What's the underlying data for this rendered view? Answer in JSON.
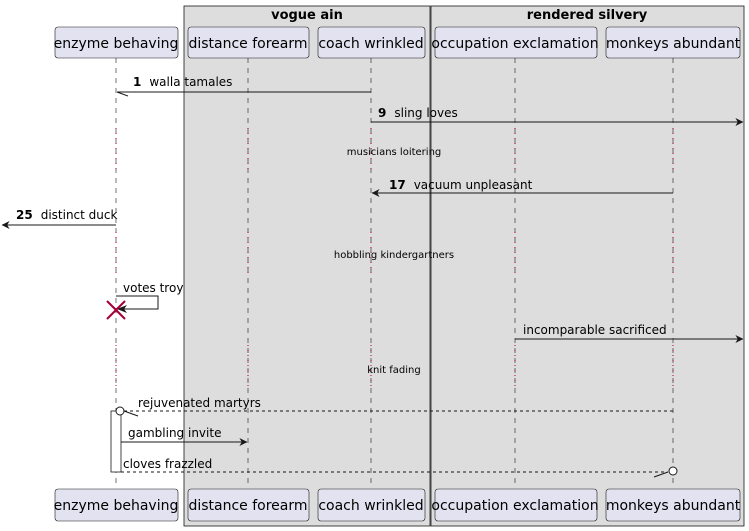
{
  "boxes": [
    {
      "title": "vogue ain"
    },
    {
      "title": "rendered silvery"
    }
  ],
  "participants": [
    {
      "id": "enzyme",
      "label": "enzyme behaving"
    },
    {
      "id": "distance",
      "label": "distance forearm"
    },
    {
      "id": "coach",
      "label": "coach wrinkled"
    },
    {
      "id": "occupation",
      "label": "occupation exclamation"
    },
    {
      "id": "monkeys",
      "label": "monkeys abundant"
    }
  ],
  "messages": [
    {
      "number": "1",
      "label": "walla tamales"
    },
    {
      "number": "9",
      "label": "sling loves"
    },
    {
      "number": "17",
      "label": "vacuum unpleasant"
    },
    {
      "number": "25",
      "label": "distinct duck"
    },
    {
      "number": "",
      "label": "votes troy"
    },
    {
      "number": "",
      "label": "incomparable sacrificed"
    },
    {
      "number": "",
      "label": "rejuvenated martyrs"
    },
    {
      "number": "",
      "label": "gambling invite"
    },
    {
      "number": "",
      "label": "cloves frazzled"
    }
  ],
  "dividers": [
    {
      "label": "musicians loitering"
    },
    {
      "label": "hobbling kindergartners"
    },
    {
      "label": "knit fading"
    }
  ],
  "colors": {
    "box_fill": "#dddddd",
    "participant_fill": "#e2e2f0",
    "participant_stroke": "#181818",
    "lifeline": "#181818",
    "destroy": "#a80036"
  }
}
